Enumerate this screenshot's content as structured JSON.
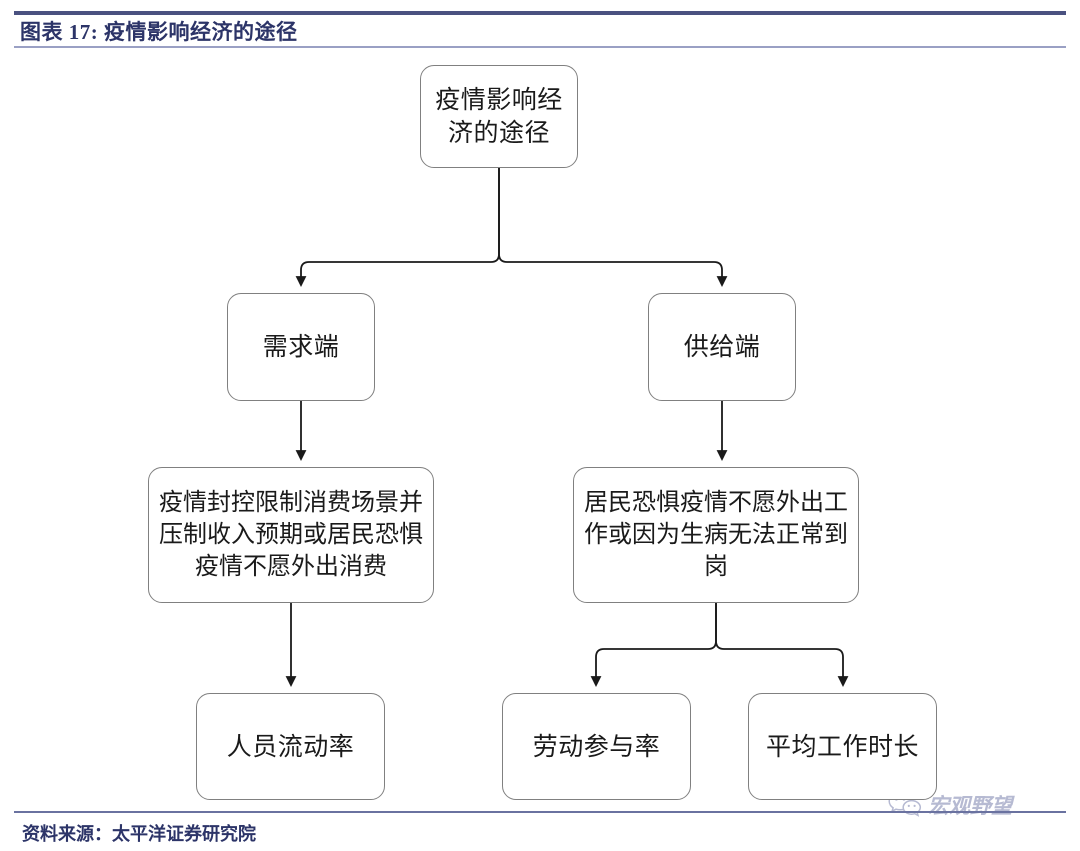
{
  "header": {
    "title": "图表 17: 疫情影响经济的途径",
    "rule_color": "#4a5180"
  },
  "footer": {
    "source": "资料来源：太平洋证券研究院"
  },
  "watermark": {
    "text": "宏观野望",
    "icon": "wechat-icon",
    "color": "#7b82ae"
  },
  "diagram": {
    "type": "flowchart",
    "orientation": "top-down",
    "node_border_color": "#808080",
    "node_fill_color": "#ffffff",
    "connector_color": "#1a1a1a",
    "nodes": [
      {
        "id": "root",
        "label": "疫情影响经济的途径",
        "level": 1
      },
      {
        "id": "demand",
        "label": "需求端",
        "level": 2
      },
      {
        "id": "supply",
        "label": "供给端",
        "level": 2
      },
      {
        "id": "demand_detail",
        "label": "疫情封控限制消费场景并压制收入预期或居民恐惧疫情不愿外出消费",
        "level": 3
      },
      {
        "id": "supply_detail",
        "label": "居民恐惧疫情不愿外出工作或因为生病无法正常到岗",
        "level": 3
      },
      {
        "id": "mobility",
        "label": "人员流动率",
        "level": 4
      },
      {
        "id": "lfpr",
        "label": "劳动参与率",
        "level": 4
      },
      {
        "id": "hours",
        "label": "平均工作时长",
        "level": 4
      }
    ],
    "edges": [
      {
        "from": "root",
        "to": "demand"
      },
      {
        "from": "root",
        "to": "supply"
      },
      {
        "from": "demand",
        "to": "demand_detail"
      },
      {
        "from": "supply",
        "to": "supply_detail"
      },
      {
        "from": "demand_detail",
        "to": "mobility"
      },
      {
        "from": "supply_detail",
        "to": "lfpr"
      },
      {
        "from": "supply_detail",
        "to": "hours"
      }
    ]
  }
}
